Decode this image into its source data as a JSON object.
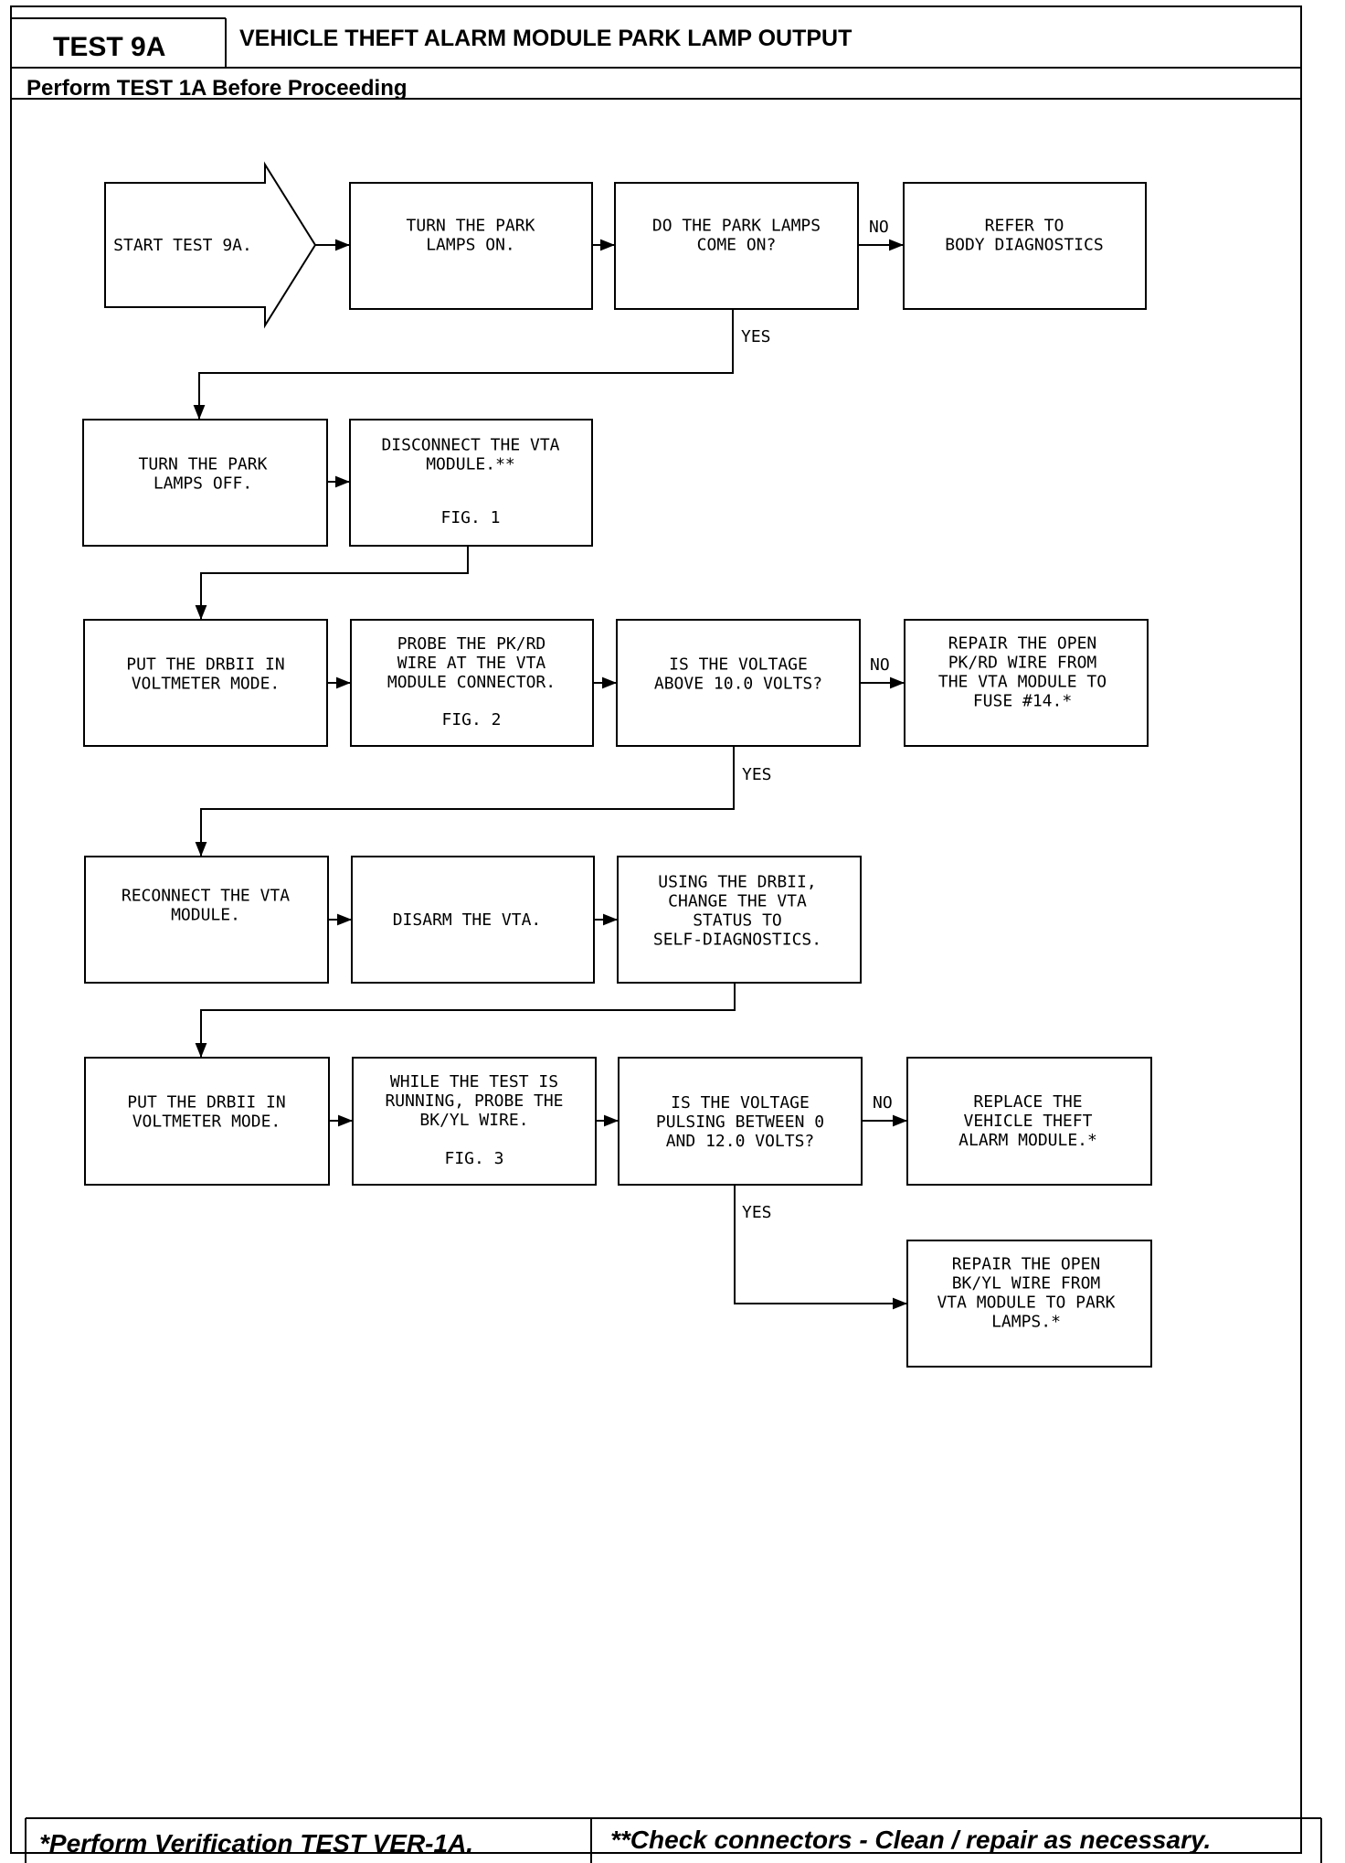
{
  "header": {
    "test_id": "TEST 9A",
    "title": "VEHICLE THEFT ALARM MODULE PARK LAMP OUTPUT",
    "subtitle": "Perform TEST 1A Before Proceeding"
  },
  "flow": {
    "start": [
      "START TEST 9A."
    ],
    "turn_on": [
      "TURN THE PARK",
      "LAMPS ON."
    ],
    "q_lamps": [
      "DO THE PARK LAMPS",
      "COME ON?"
    ],
    "refer_body": [
      "REFER TO",
      "BODY DIAGNOSTICS"
    ],
    "turn_off": [
      "TURN THE PARK",
      "LAMPS OFF."
    ],
    "disconnect": [
      "DISCONNECT THE VTA",
      "MODULE.**"
    ],
    "disconnect_fig": "FIG. 1",
    "voltmeter_1": [
      "PUT THE DRBII IN",
      "VOLTMETER MODE."
    ],
    "probe_pkrd": [
      "PROBE THE PK/RD",
      "WIRE AT THE VTA",
      "MODULE CONNECTOR."
    ],
    "probe_pkrd_fig": "FIG. 2",
    "q_voltage_10": [
      "IS THE VOLTAGE",
      "ABOVE 10.0 VOLTS?"
    ],
    "repair_pkrd": [
      "REPAIR THE OPEN",
      "PK/RD WIRE FROM",
      "THE VTA MODULE TO",
      "FUSE #14.*"
    ],
    "reconnect": [
      "RECONNECT THE VTA",
      "MODULE."
    ],
    "disarm": [
      "DISARM THE VTA."
    ],
    "self_diag": [
      "USING THE DRBII,",
      "CHANGE THE VTA",
      "STATUS TO",
      "SELF-DIAGNOSTICS."
    ],
    "voltmeter_2": [
      "PUT THE DRBII IN",
      "VOLTMETER MODE."
    ],
    "probe_bkyl": [
      "WHILE THE TEST IS",
      "RUNNING, PROBE THE",
      "BK/YL WIRE."
    ],
    "probe_bkyl_fig": "FIG. 3",
    "q_pulsing": [
      "IS THE VOLTAGE",
      "PULSING BETWEEN 0",
      "AND 12.0 VOLTS?"
    ],
    "replace_module": [
      "REPLACE THE",
      "VEHICLE THEFT",
      "ALARM MODULE.*"
    ],
    "repair_bkyl": [
      "REPAIR THE OPEN",
      "BK/YL WIRE FROM",
      "VTA MODULE TO PARK",
      "LAMPS.*"
    ]
  },
  "labels": {
    "no_1": "NO",
    "yes_1": "YES",
    "no_2": "NO",
    "yes_2": "YES",
    "no_3": "NO",
    "yes_3": "YES"
  },
  "footer": {
    "left": "*Perform Verification TEST VER-1A.",
    "right": "**Check connectors - Clean / repair as necessary."
  }
}
